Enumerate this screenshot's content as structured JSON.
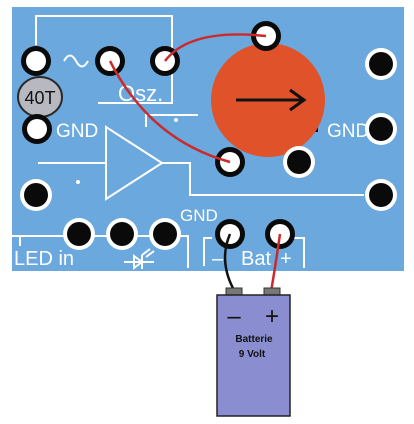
{
  "labels": {
    "speaker_value": "40T",
    "gnd_left": "GND",
    "gnd_right": "GND",
    "gnd_bottom": "GND",
    "osz": "Osz.",
    "led_in": "LED in",
    "bat_minus": "–",
    "bat": "Bat",
    "bat_plus": "+"
  },
  "battery": {
    "minus": "–",
    "plus": "+",
    "line1": "Batterie",
    "line2": "9 Volt"
  },
  "colors": {
    "board": "#6aa8dd",
    "silkscreen": "#ffffff",
    "pad_dark": "#0a0a0a",
    "pad_light": "#ffffff",
    "potentiometer": "#e0522a",
    "pot_bracket": "#101010",
    "speaker": "#b8b8c0",
    "battery_body": "#8a8ed0",
    "wire_red": "#cc2a2a",
    "wire_black": "#111111"
  }
}
